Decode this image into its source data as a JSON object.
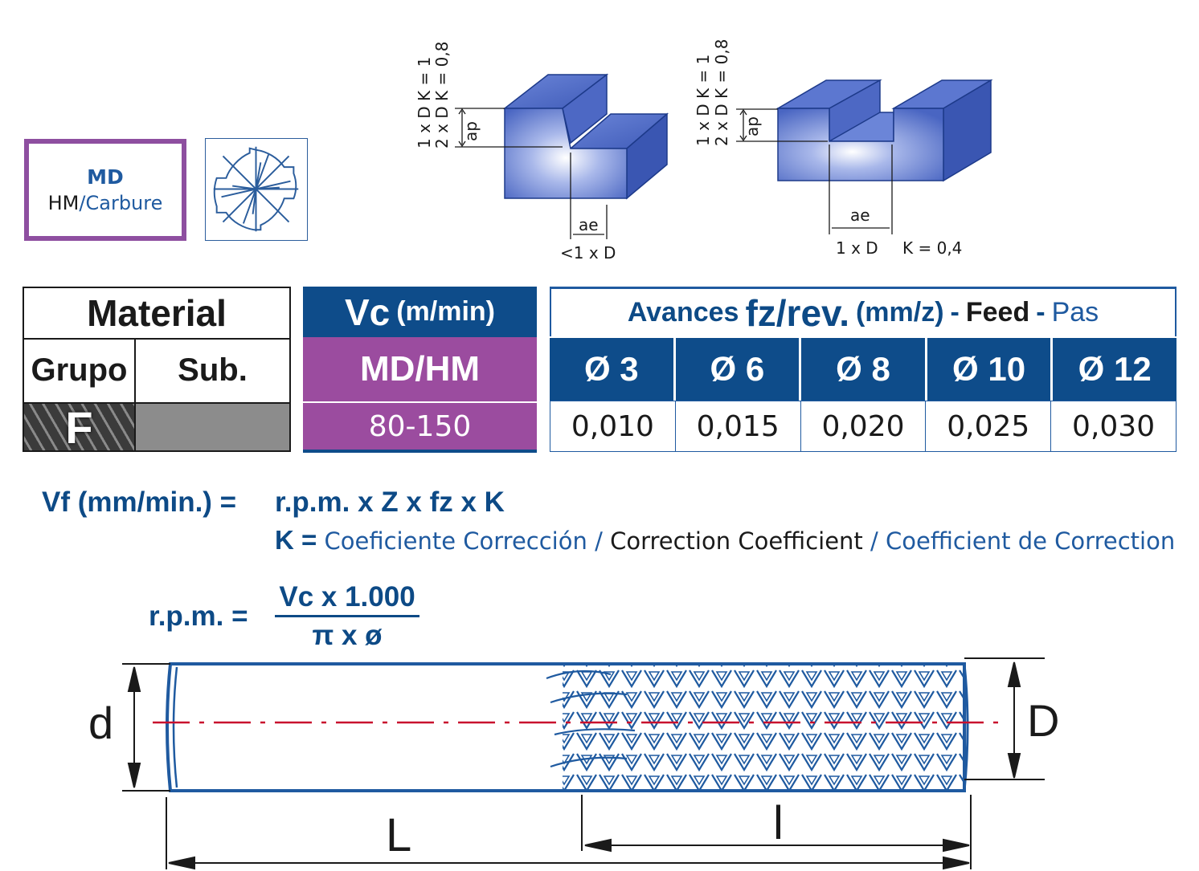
{
  "badge": {
    "code": "MD",
    "material_a": "HM",
    "slash": "/",
    "material_b": "Carbure"
  },
  "diagram_left": {
    "labels_k": [
      "1 x D  K = 1",
      "2 x D  K = 0,8"
    ],
    "ap": "ap",
    "ae": "ae",
    "width": "<1 x D"
  },
  "diagram_right": {
    "labels_k": [
      "1 x D  K = 1",
      "2 x D  K = 0,8"
    ],
    "ap": "ap",
    "ae": "ae",
    "width": "1 x D",
    "k": "K = 0,4"
  },
  "material_table": {
    "title": "Material",
    "col_group": "Grupo",
    "col_sub": "Sub.",
    "group_value": "F",
    "sub_value": ""
  },
  "vc_table": {
    "title_main": "Vc",
    "title_unit": "(m/min)",
    "tool": "MD/HM",
    "range": "80-150"
  },
  "feed_table": {
    "title_a": "Avances",
    "title_b": "fz/rev.",
    "title_c": "(mm/z)",
    "sep": "-",
    "title_en": "Feed",
    "title_fr": "Pas",
    "diameters": [
      "Ø 3",
      "Ø 6",
      "Ø 8",
      "Ø 10",
      "Ø 12"
    ],
    "values": [
      "0,010",
      "0,015",
      "0,020",
      "0,025",
      "0,030"
    ]
  },
  "formulas": {
    "vf_left": "Vf (mm/min.) =",
    "vf_right": "r.p.m. x Z x fz x K",
    "k_label": "K =",
    "k_es": "Coeficiente Corrección",
    "k_sep": " / ",
    "k_en": "Correction Coefficient",
    "k_fr": "Coefficient de Correction",
    "rpm_left": "r.p.m. =",
    "rpm_num": "Vc x 1.000",
    "rpm_den": "π x ø"
  },
  "tool_drawing": {
    "d": "d",
    "D": "D",
    "L": "L",
    "l": "l"
  },
  "colors": {
    "navy": "#0e4c8a",
    "purple": "#9b4c9f",
    "blue_text": "#1f5aa0",
    "red_axis": "#c8102e"
  }
}
